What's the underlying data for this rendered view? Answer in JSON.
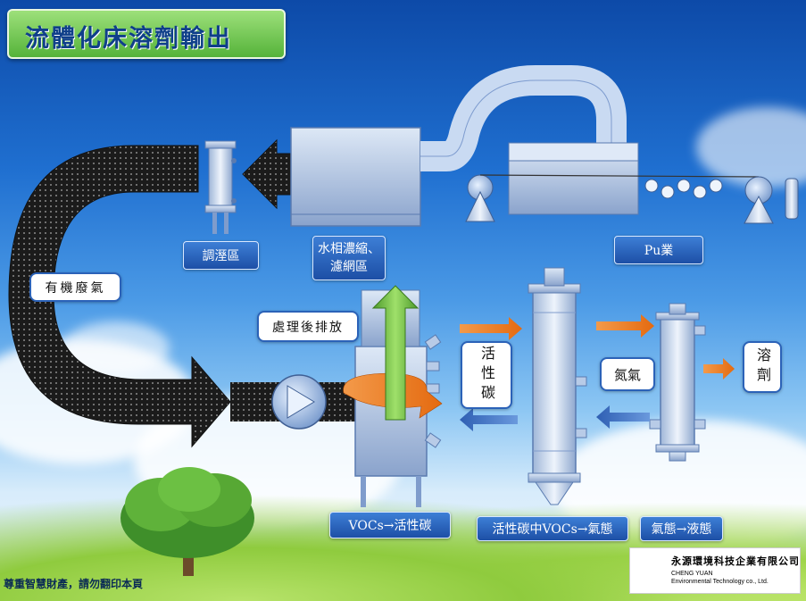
{
  "title": "流體化床溶劑輸出",
  "labels": {
    "humidity": "調溼區",
    "water_concentration_line1": "水相濃縮、",
    "water_concentration_line2": "濾網區",
    "pu_industry": "Pu業",
    "organic_waste_gas": "有機廢氣",
    "treated_discharge": "處理後排放",
    "activated_carbon": "活性碳",
    "nitrogen": "氮氣",
    "solvent": "溶劑",
    "voc_to_carbon": "VOCs→活性碳",
    "carbon_voc_to_gas": "活性碳中VOCs→氣態",
    "gas_to_liquid": "氣態→液態"
  },
  "footer_note": "尊重智慧財產，請勿翻印本頁",
  "logo": {
    "chinese": "永源環境科技企業有限公司",
    "english_line1": "CHENG YUAN",
    "english_line2": "Environmental Technology co., Ltd."
  },
  "colors": {
    "title_bg": "#55b33a",
    "label_blue": "#1d4fa6",
    "arrow_orange": "#f07a1e",
    "arrow_blue": "#3b6fc4",
    "arrow_green": "#6db33f",
    "arrow_dark": "#222222"
  }
}
